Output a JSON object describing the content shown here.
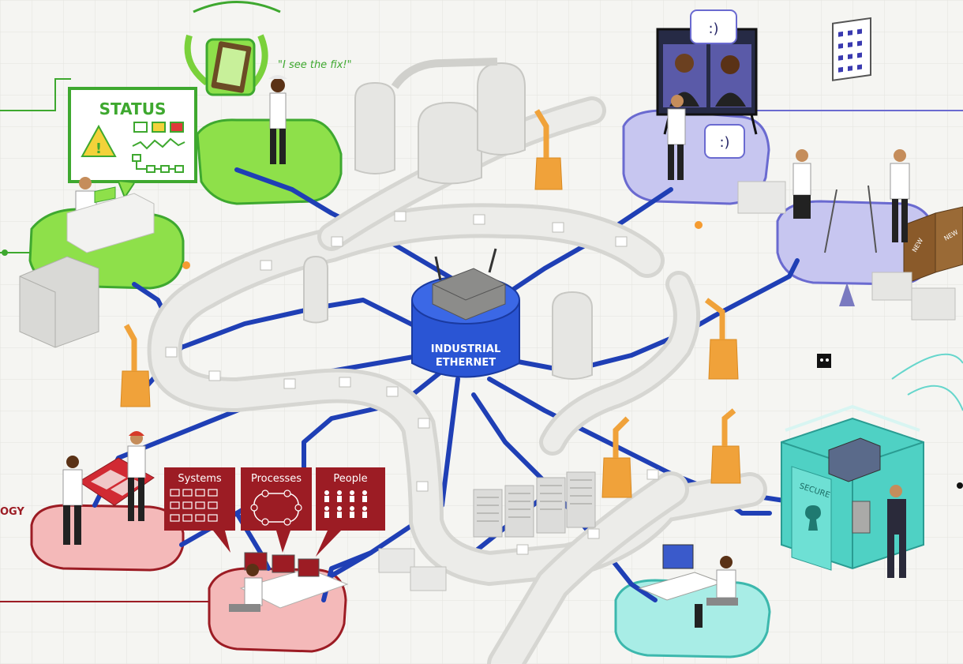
{
  "hub": {
    "label_line1": "INDUSTRIAL",
    "label_line2": "ETHERNET"
  },
  "status_board": {
    "title": "STATUS"
  },
  "tablet_callout": {
    "quote": "\"I see the fix!\""
  },
  "video_call": {
    "bubble_top": ":)",
    "bubble_bottom": ":)"
  },
  "panels": {
    "systems": "Systems",
    "processes": "Processes",
    "people": "People"
  },
  "left_edge_fragment": "OGY",
  "vault": {
    "label": "SECURE"
  },
  "boxes": {
    "box_a": "NEW",
    "box_b": "NEW"
  },
  "colors": {
    "network": "#1f3fb5",
    "hub": "#2a55d4",
    "green_zone": "#8ee04a",
    "purple_zone": "#c7c6f0",
    "red_zone": "#f4b9b9",
    "teal_zone": "#a8ede6",
    "robot_orange": "#f0a23a",
    "panel_red": "#9c1c24"
  }
}
